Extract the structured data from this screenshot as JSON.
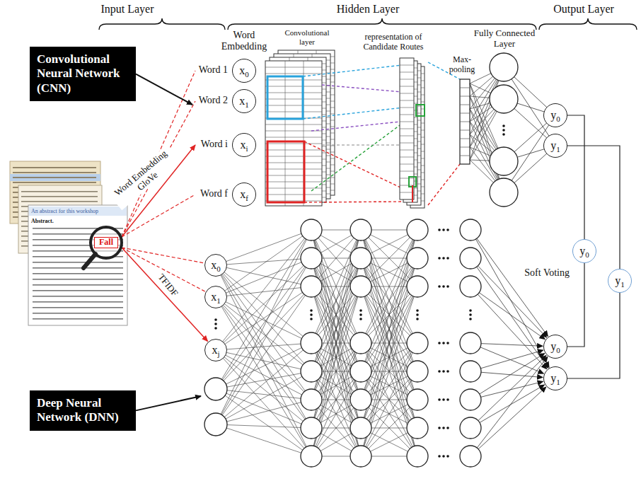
{
  "diagram": {
    "nodes": [
      {
        "text": [
          "Convolutional Neural Network (CNN)"
        ]
      },
      {
        "text": [
          "x",
          "0"
        ]
      },
      {
        "text": [
          "x",
          "1"
        ]
      },
      {
        "text": [
          "x",
          "i"
        ]
      },
      {
        "text": [
          "x",
          "f"
        ]
      },
      {
        "text": [
          "y",
          "0"
        ]
      },
      {
        "text": [
          "y",
          "1"
        ]
      },
      {
        "text": [
          "y",
          "0"
        ]
      },
      {
        "text": [
          "y",
          "1"
        ]
      },
      {
        "text": [
          "Deep Neural Network (DNN)"
        ]
      },
      {
        "text": [
          "x",
          "0"
        ]
      },
      {
        "text": [
          "x",
          "1"
        ]
      },
      {
        "text": [
          "x",
          "j"
        ]
      },
      {
        "text": [
          "y",
          "0"
        ]
      },
      {
        "text": [
          "y",
          "1"
        ]
      }
    ],
    "edges": [
      {
        "from": 5,
        "to": 7,
        "arrow": "none"
      },
      {
        "from": 6,
        "to": 8,
        "arrow": "none"
      },
      {
        "from": 13,
        "to": 7,
        "arrow": "none"
      },
      {
        "from": 14,
        "to": 8,
        "arrow": "none"
      }
    ],
    "labels": [
      "Input Layer",
      "Hidden Layer",
      "Output Layer",
      "Word Embedding",
      "Convolutional layer",
      "representation of Candidate Routes",
      "Max-pooling",
      "Fully Connected Layer",
      "Word 1",
      "Word 2",
      "Word i",
      "Word f",
      "Word Embedding GloVe",
      "TFIDF",
      "Soft Voting",
      "Fall",
      "An abstract for this workshop",
      "Abstract."
    ]
  }
}
